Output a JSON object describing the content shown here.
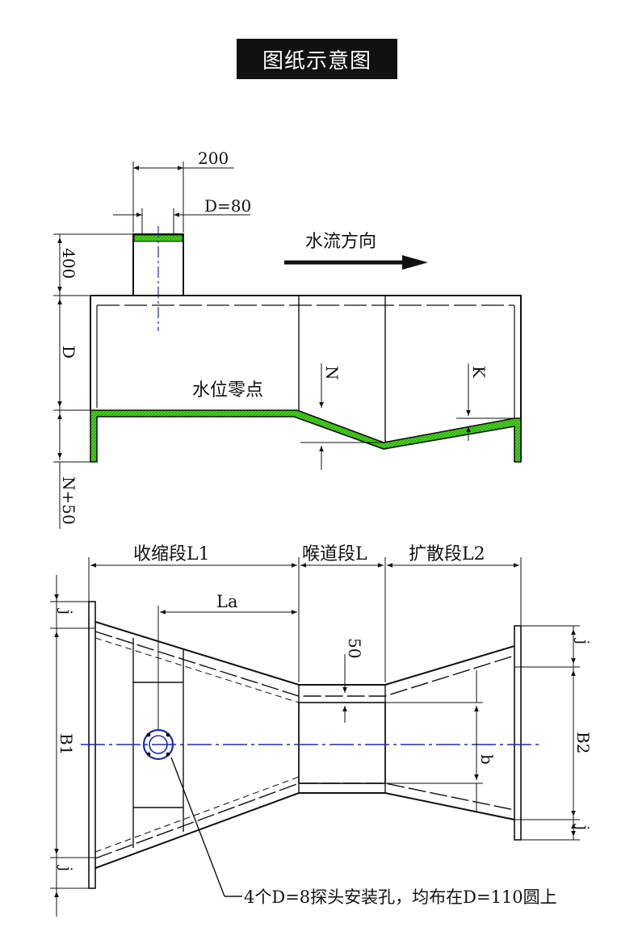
{
  "title": "图纸示意图",
  "colors": {
    "line": "#111111",
    "wall_fill": "#44d31a",
    "axis": "#1a2cb0"
  },
  "side_view": {
    "dim_pipe_width": "200",
    "dim_pipe_diameter": "D=80",
    "dim_pipe_height": "400",
    "dim_depth": "D",
    "dim_bottom": "N+50",
    "flow_label": "水流方向",
    "water_zero": "水位零点",
    "dim_n": "N",
    "dim_k": "K"
  },
  "plan_view": {
    "section_l1": "收缩段L1",
    "section_l": "喉道段L",
    "section_l2": "扩散段L2",
    "dim_la": "La",
    "dim_j": "j",
    "dim_b1": "B1",
    "dim_b2": "B2",
    "dim_50": "50",
    "dim_b": "b",
    "note": "4个D=8探头安装孔，均布在D=110圆上"
  }
}
